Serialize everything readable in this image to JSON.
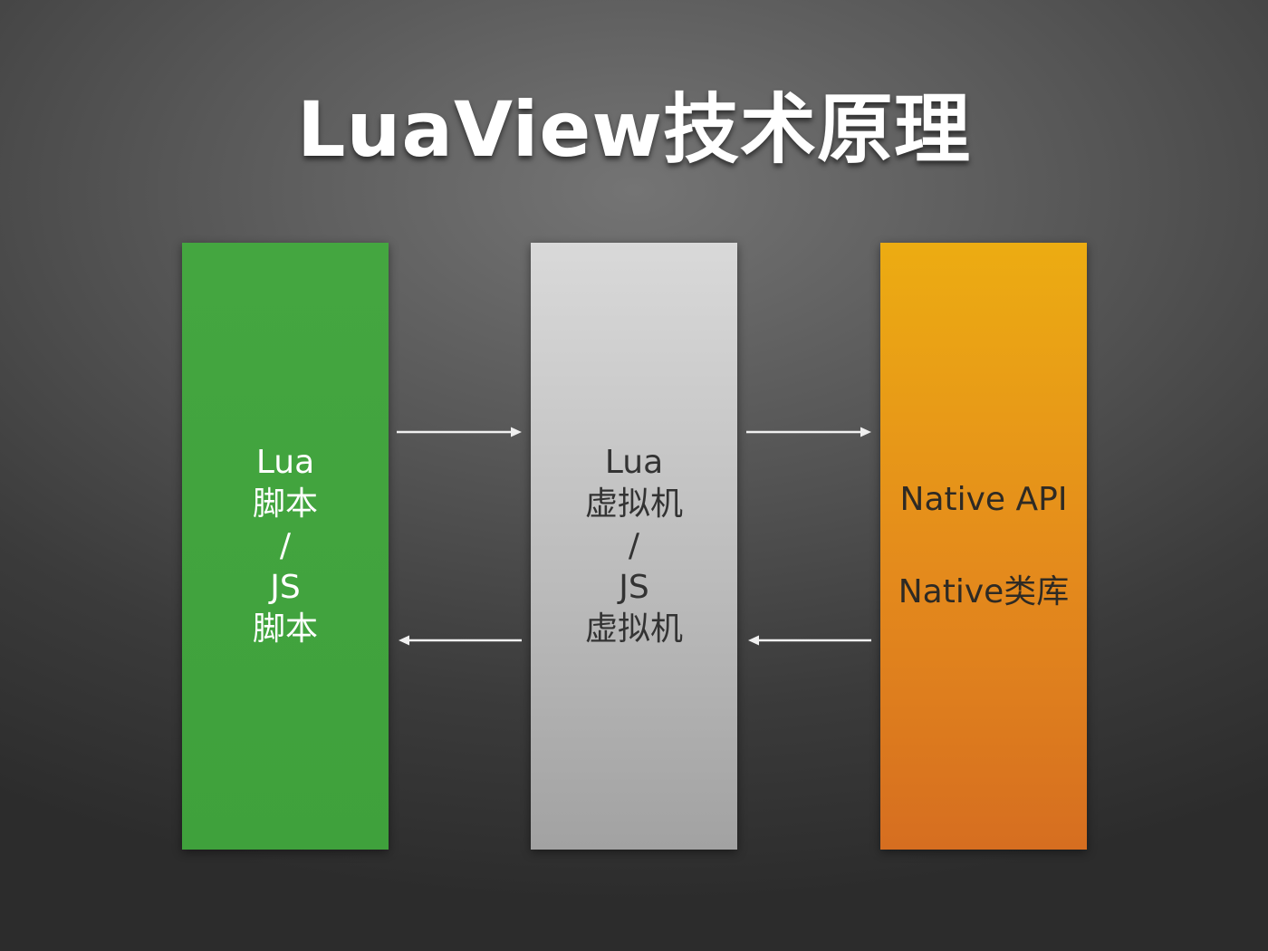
{
  "slide": {
    "title": "LuaView技术原理"
  },
  "boxes": {
    "left": {
      "lines": [
        "Lua",
        "脚本",
        "/",
        "JS",
        "脚本"
      ],
      "color": "#42a43e"
    },
    "middle": {
      "lines": [
        "Lua",
        "虚拟机",
        "/",
        "JS",
        "虚拟机"
      ],
      "color": "#c4c4c4"
    },
    "right": {
      "lines": [
        "Native API",
        "Native类库"
      ],
      "color": "#e58f1b"
    }
  },
  "arrows": {
    "color": "#f0f0f0"
  }
}
